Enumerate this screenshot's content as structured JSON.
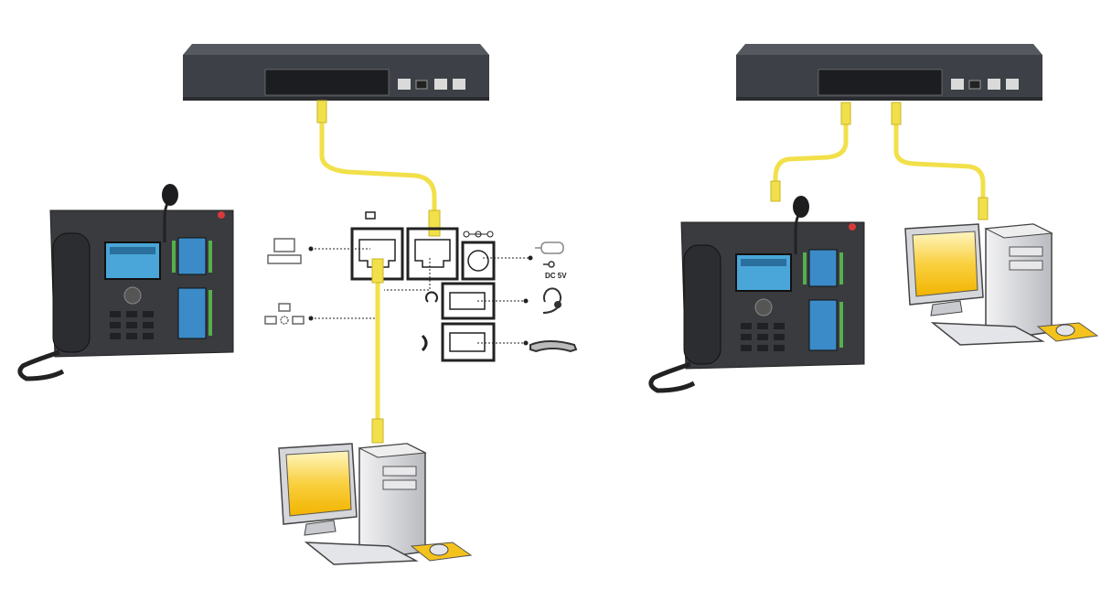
{
  "diagram": {
    "power_label": "DC 5V",
    "colors": {
      "cable": "#f2e04a",
      "switch": "#3d4046",
      "phone": "#3a3b3f",
      "monitor_screen": "#f7c320",
      "computer_case": "#d9dade",
      "outline": "#333333"
    },
    "left_setup": {
      "devices": [
        "network-switch",
        "ip-phone",
        "computer"
      ],
      "port_icons": [
        "pc-icon",
        "network-icon",
        "power-adapter-icon",
        "headset-icon",
        "handset-icon"
      ]
    },
    "right_setup": {
      "devices": [
        "network-switch",
        "ip-phone",
        "computer"
      ]
    }
  }
}
